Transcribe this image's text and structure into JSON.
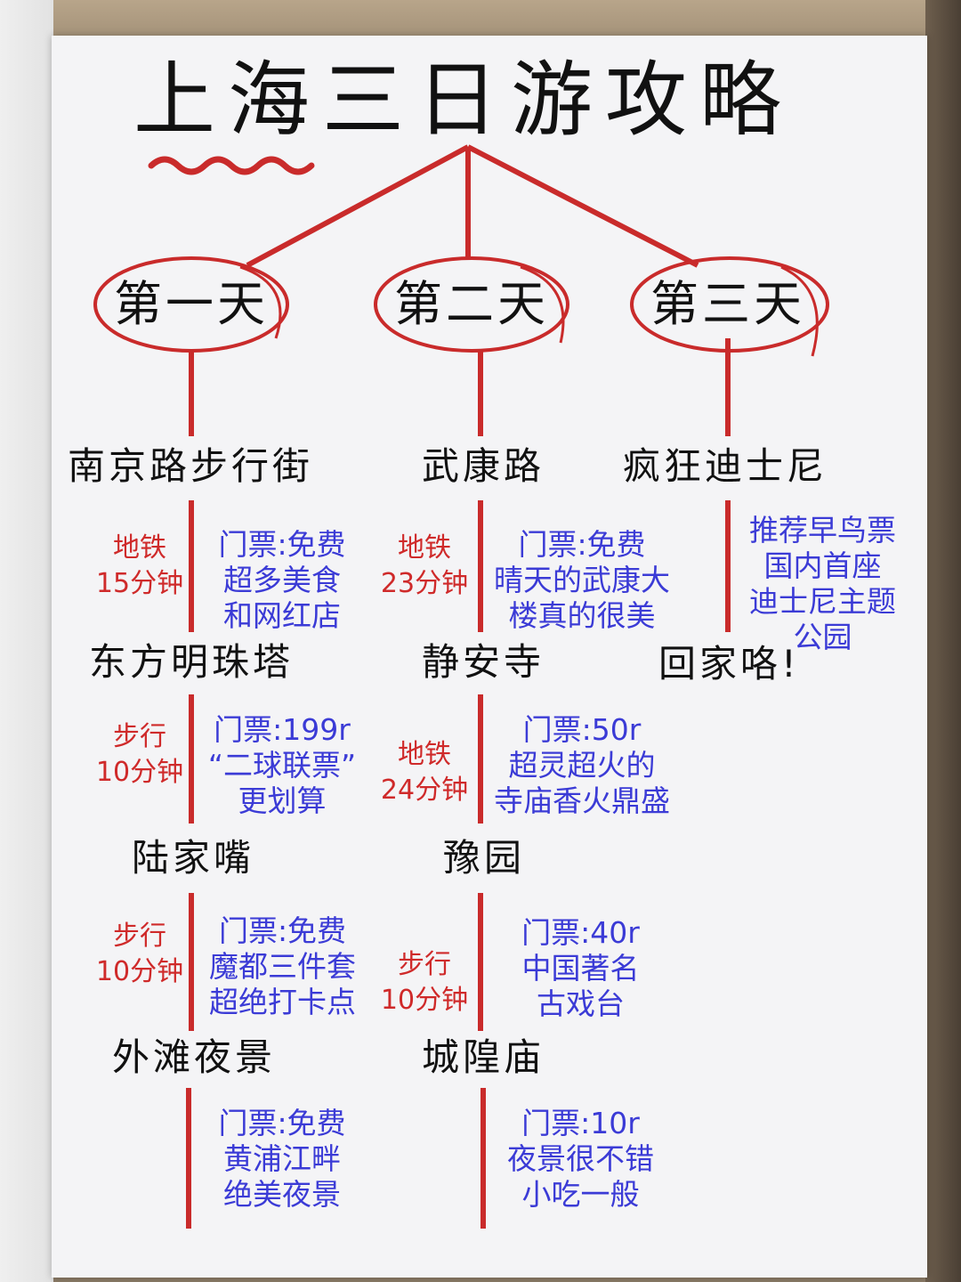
{
  "title": "上海三日游攻略",
  "colors": {
    "line_red": "#c92b2b",
    "note_blue": "#3b3bd6",
    "transit_red": "#cf2a2a",
    "ink": "#111111"
  },
  "days": [
    {
      "label": "第一天",
      "stops": [
        "南京路步行街",
        "东方明珠塔",
        "陆家嘴",
        "外滩夜景"
      ],
      "legs": [
        {
          "transit": [
            "地铁",
            "15分钟"
          ],
          "note": [
            "门票:免费",
            "超多美食",
            "和网红店"
          ]
        },
        {
          "transit": [
            "步行",
            "10分钟"
          ],
          "note": [
            "门票:199r",
            "“二球联票”",
            "更划算"
          ]
        },
        {
          "transit": [
            "步行",
            "10分钟"
          ],
          "note": [
            "门票:免费",
            "魔都三件套",
            "超绝打卡点"
          ]
        },
        {
          "transit": [],
          "note": [
            "门票:免费",
            "黄浦江畔",
            "绝美夜景"
          ]
        }
      ]
    },
    {
      "label": "第二天",
      "stops": [
        "武康路",
        "静安寺",
        "豫园",
        "城隍庙"
      ],
      "legs": [
        {
          "transit": [
            "地铁",
            "23分钟"
          ],
          "note": [
            "门票:免费",
            "晴天的武康大",
            "楼真的很美"
          ]
        },
        {
          "transit": [
            "地铁",
            "24分钟"
          ],
          "note": [
            "门票:50r",
            "超灵超火的",
            "寺庙香火鼎盛"
          ]
        },
        {
          "transit": [
            "步行",
            "10分钟"
          ],
          "note": [
            "门票:40r",
            "中国著名",
            "古戏台"
          ]
        },
        {
          "transit": [],
          "note": [
            "门票:10r",
            "夜景很不错",
            "小吃一般"
          ]
        }
      ]
    },
    {
      "label": "第三天",
      "stops": [
        "疯狂迪士尼",
        "回家咯!"
      ],
      "legs": [
        {
          "transit": [],
          "note": [
            "推荐早鸟票",
            "国内首座",
            "迪士尼主题",
            "公园"
          ]
        }
      ]
    }
  ]
}
